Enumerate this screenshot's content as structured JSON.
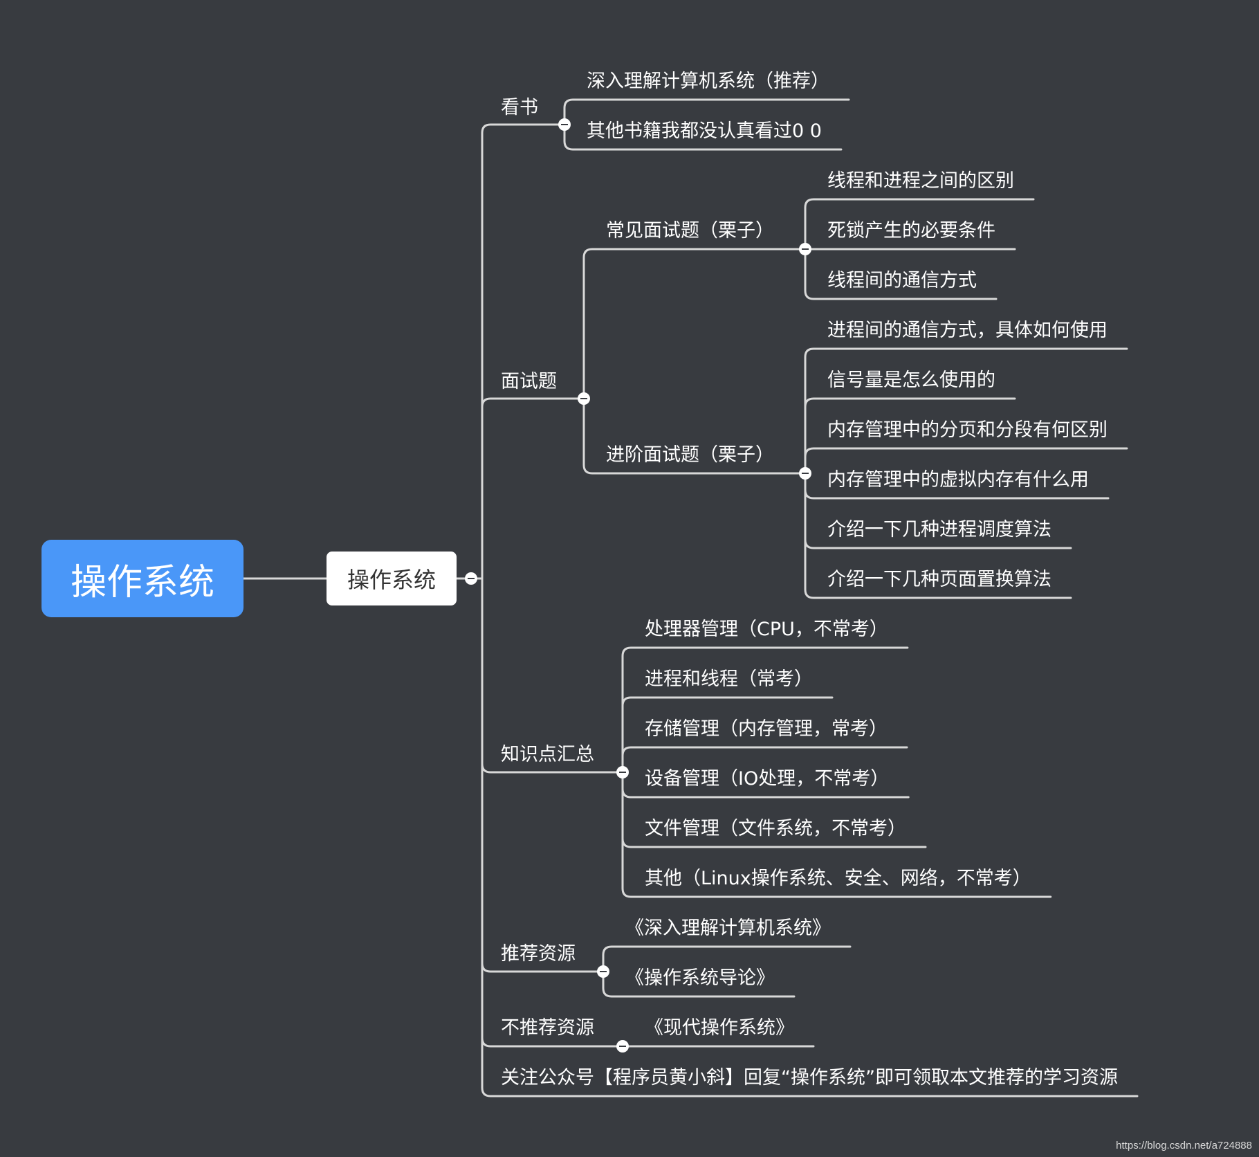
{
  "root": "操作系统",
  "center": "操作系统",
  "branches": {
    "reading": {
      "label": "看书",
      "items": [
        "深入理解计算机系统（推荐）",
        "其他书籍我都没认真看过0 0"
      ]
    },
    "interview": {
      "label": "面试题",
      "common": {
        "label": "常见面试题（栗子）",
        "items": [
          "线程和进程之间的区别",
          "死锁产生的必要条件",
          "线程间的通信方式"
        ]
      },
      "advanced": {
        "label": "进阶面试题（栗子）",
        "items": [
          "进程间的通信方式，具体如何使用",
          "信号量是怎么使用的",
          "内存管理中的分页和分段有何区别",
          "内存管理中的虚拟内存有什么用",
          "介绍一下几种进程调度算法",
          "介绍一下几种页面置换算法"
        ]
      }
    },
    "knowledge": {
      "label": "知识点汇总",
      "items": [
        "处理器管理（CPU，不常考）",
        "进程和线程（常考）",
        "存储管理（内存管理，常考）",
        "设备管理（IO处理，不常考）",
        "文件管理（文件系统，不常考）",
        "其他（Linux操作系统、安全、网络，不常考）"
      ]
    },
    "recommended": {
      "label": "推荐资源",
      "items": [
        "《深入理解计算机系统》",
        "《操作系统导论》"
      ]
    },
    "not_recommended": {
      "label": "不推荐资源",
      "items": [
        "《现代操作系统》"
      ]
    },
    "follow": {
      "label": "关注公众号【程序员黄小斜】回复“操作系统”即可领取本文推荐的学习资源"
    }
  },
  "watermark": "https://blog.csdn.net/a724888",
  "colors": {
    "background": "#383b40",
    "root": "#4a97f8",
    "line": "#d8d8d8"
  }
}
